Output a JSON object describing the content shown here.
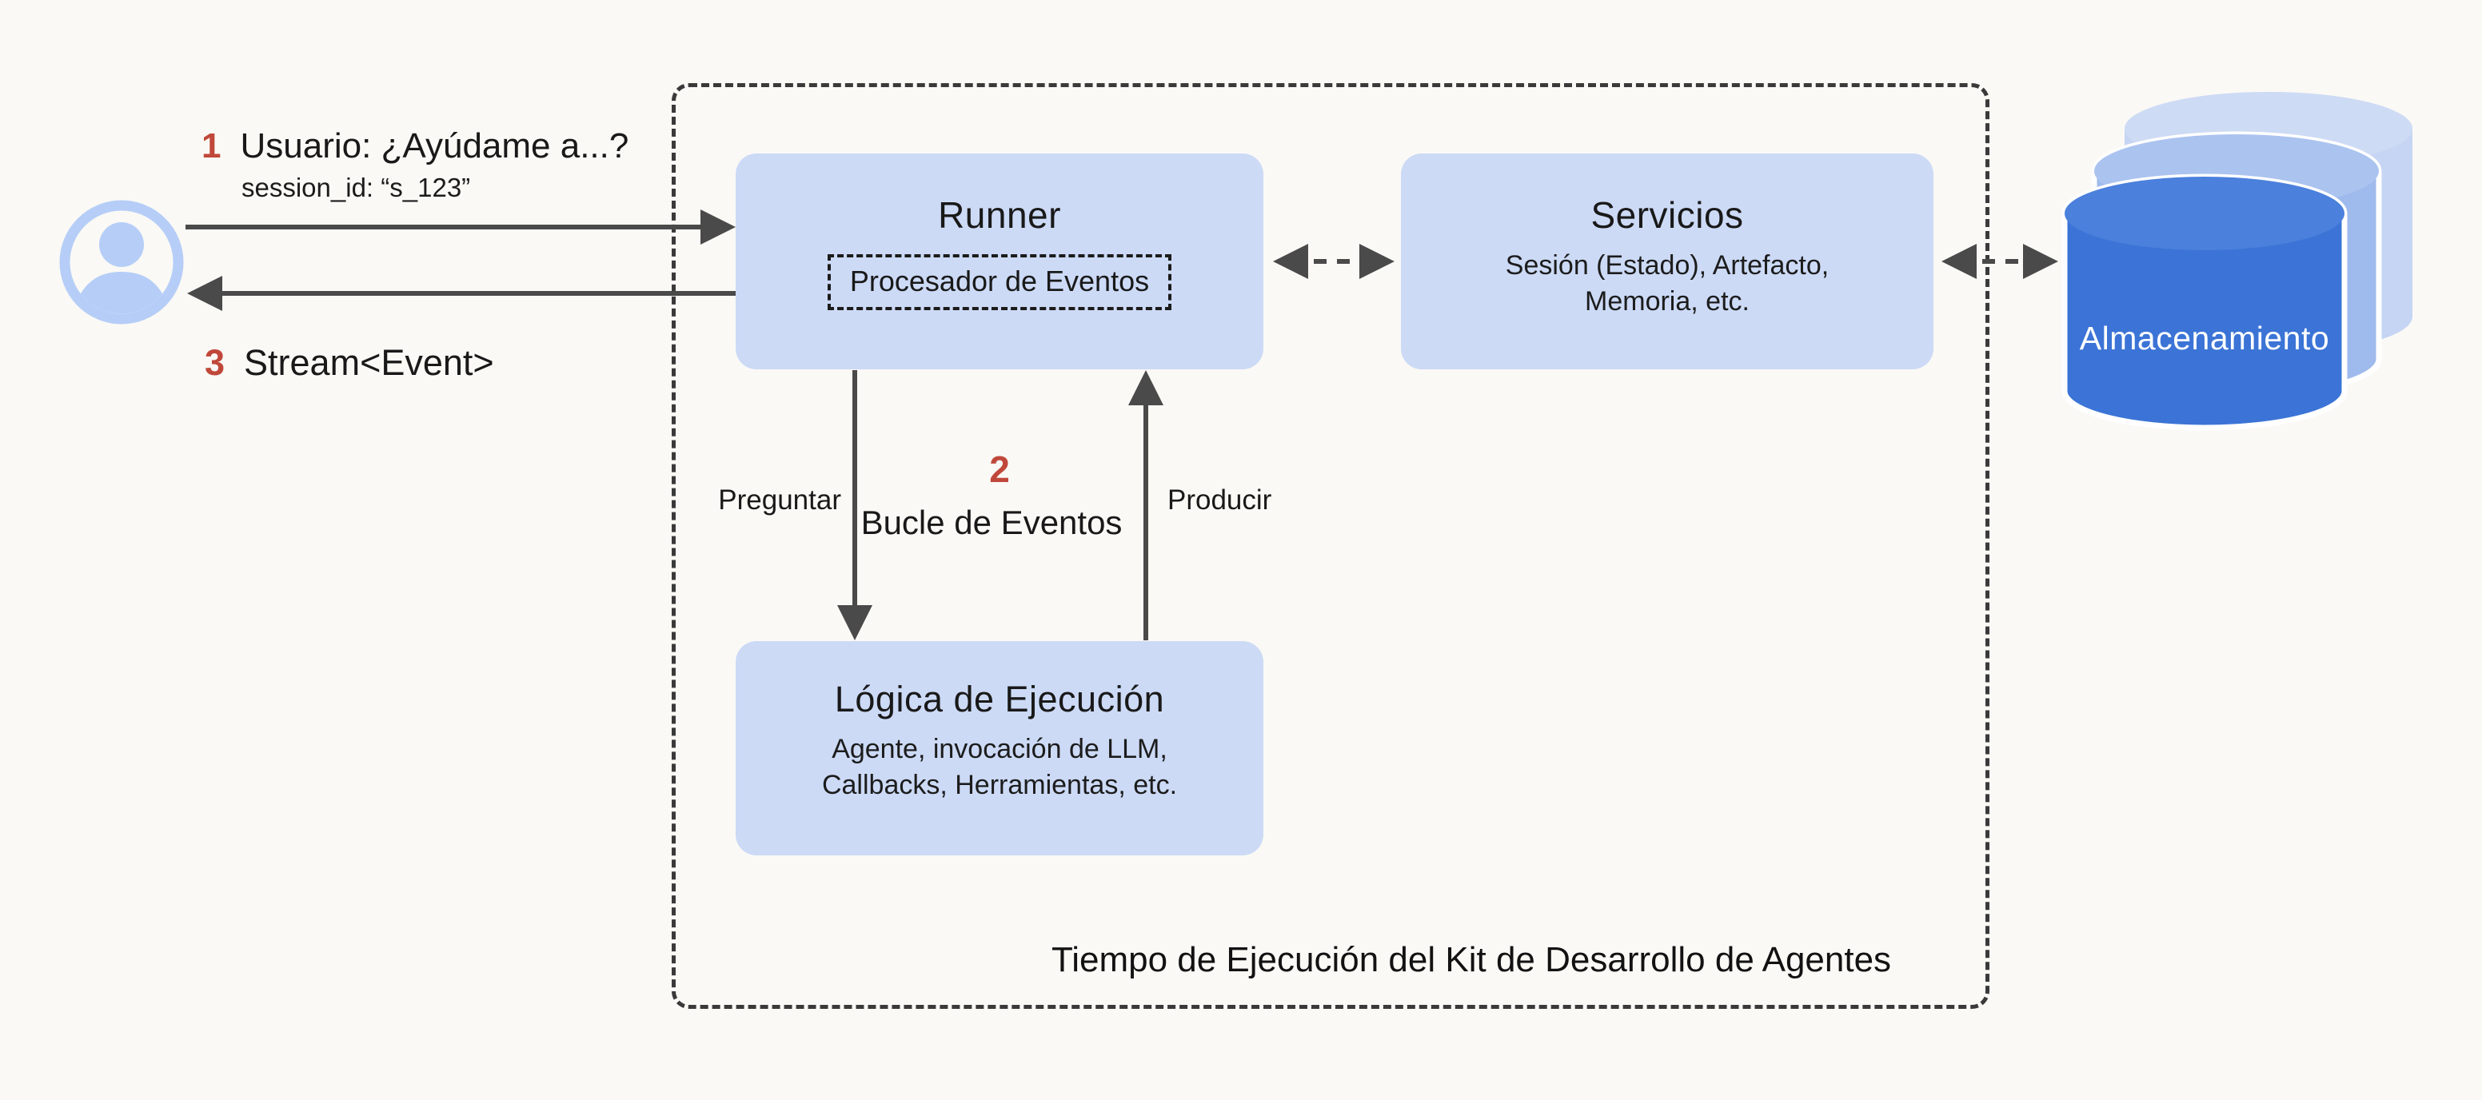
{
  "diagram": {
    "step1": {
      "number": "1",
      "label": "Usuario: ¿Ayúdame a...?",
      "session": "session_id: “s_123”"
    },
    "step3": {
      "number": "3",
      "label": "Stream<Event>"
    },
    "step2": {
      "number": "2",
      "label": "Bucle de Eventos"
    },
    "runner": {
      "title": "Runner",
      "processor": "Procesador de Eventos"
    },
    "services": {
      "title": "Servicios",
      "subtitle_line1": "Sesión (Estado), Artefacto,",
      "subtitle_line2": "Memoria, etc."
    },
    "logic": {
      "title": "Lógica de Ejecución",
      "subtitle_line1": "Agente, invocación de LLM,",
      "subtitle_line2": "Callbacks, Herramientas, etc."
    },
    "arrows": {
      "ask": "Preguntar",
      "yield": "Producir"
    },
    "storage": {
      "label": "Almacenamiento"
    },
    "caption": "Tiempo de Ejecución del Kit de Desarrollo de Agentes"
  },
  "colors": {
    "background": "#faf9f5",
    "box_fill": "#ccdaf6",
    "accent_red": "#c0483a",
    "arrow_gray": "#4a4a4a",
    "dash_dark": "#3a3a3a",
    "icon_blue": "#b6cef7",
    "cyl_front": "#3b74d6",
    "cyl_front_top": "#4b80dc",
    "cyl_mid": "#9fbaec",
    "cyl_mid_top": "#abc3ef",
    "cyl_back": "#c6d5f3",
    "cyl_back_top": "#cedbf5",
    "text_dark": "#191919",
    "storage_text": "#ffffff"
  }
}
